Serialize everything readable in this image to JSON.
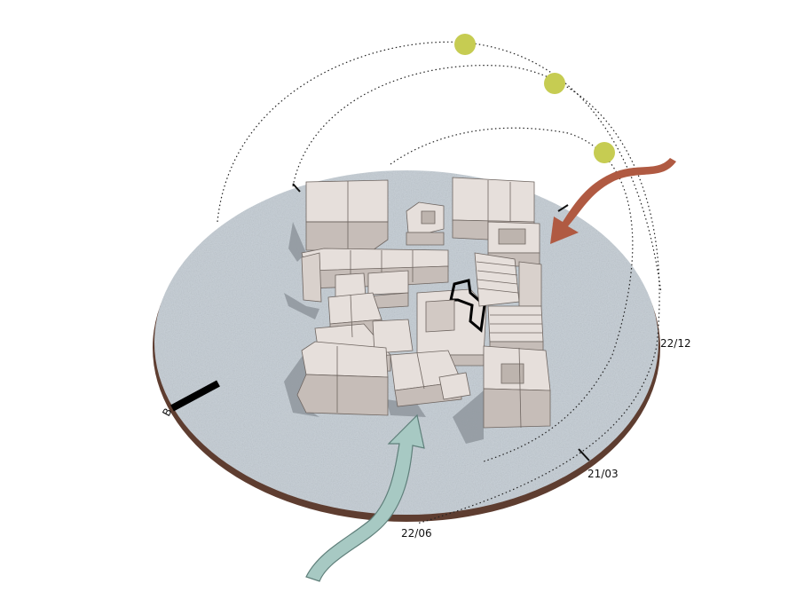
{
  "labels": {
    "winter_solstice": "22/12",
    "equinox": "21/03",
    "summer_solstice": "22/06",
    "orientation_mark": "B"
  },
  "colors": {
    "background": "#ffffff",
    "ground_disc": "#c9d1d8",
    "disc_edge": "#6b4a3a",
    "building_top": "#e6dfdb",
    "building_side": "#c6bdb8",
    "building_shadow": "#8f969d",
    "sun": "#c6cc52",
    "wind_warm": "#b05a42",
    "wind_cool": "#a7c9c3",
    "highlight_outline": "#000000"
  },
  "icons": {
    "sun": "sun-icon",
    "wind": "wind-arrow-icon"
  }
}
